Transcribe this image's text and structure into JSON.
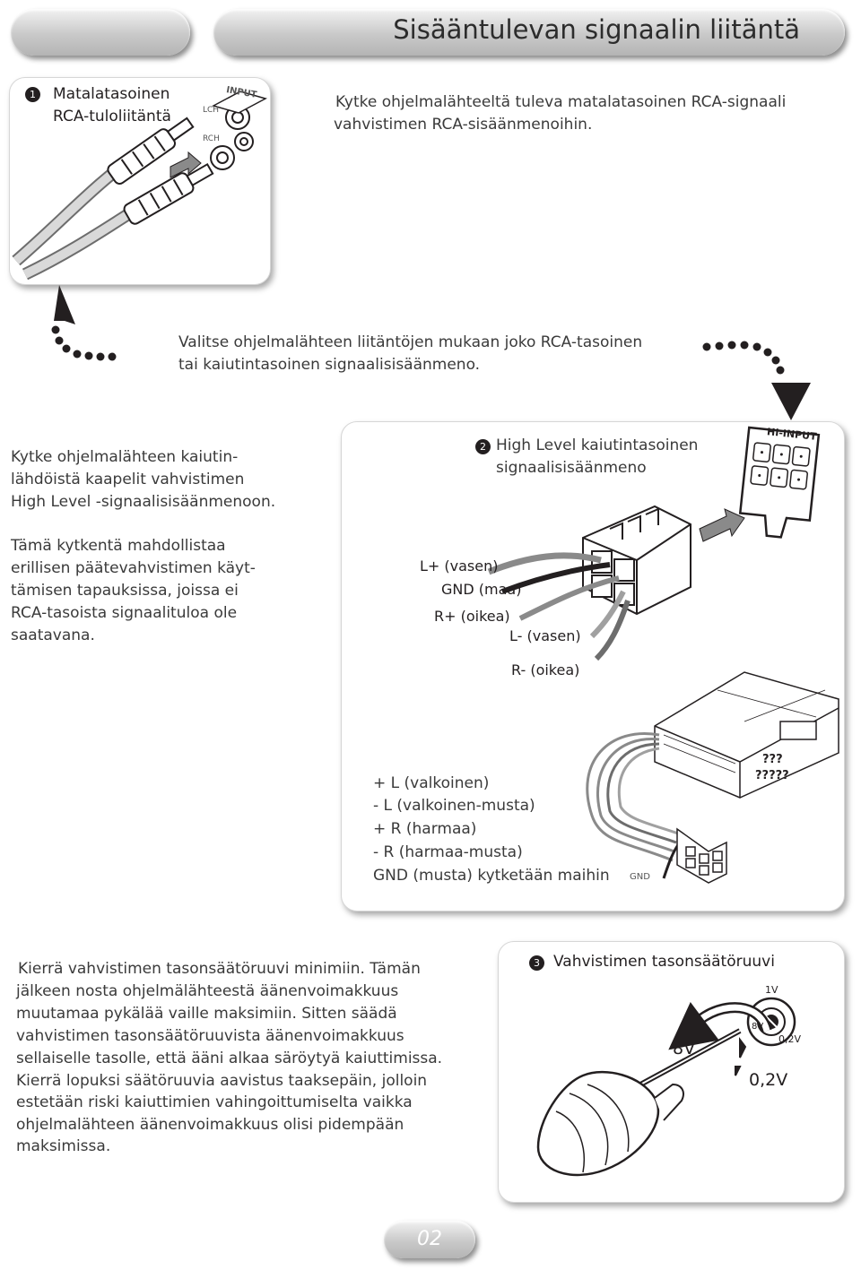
{
  "header": {
    "title": "Sisääntulevan signaalin liitäntä"
  },
  "section1": {
    "badge": "1",
    "title_lines": [
      "Matalatasoinen",
      "RCA-tuloliitäntä"
    ],
    "description_lines": [
      "Kytke ohjelmalähteeltä tuleva matalatasoinen RCA-signaali",
      "vahvistimen RCA-sisäänmenoihin."
    ],
    "input_logo": "INPUT",
    "lch_label": "LCH",
    "rch_label": "RCH"
  },
  "choose": {
    "lines": [
      "Valitse ohjelmalähteen liitäntöjen mukaan joko RCA-tasoinen",
      "tai kaiutintasoinen signaalisisäänmeno."
    ]
  },
  "left_text": {
    "para1": [
      "Kytke ohjelmalähteen kaiutin-",
      "lähdöistä kaapelit vahvistimen",
      "High Level -signaalisisäänmenoon."
    ],
    "para2": [
      "Tämä kytkentä mahdollistaa",
      "erillisen päätevahvistimen käyt-",
      "tämisen tapauksissa, joissa ei",
      "RCA-tasoista signaalituloa ole",
      "saatavana."
    ]
  },
  "section2": {
    "badge": "2",
    "title_lines": [
      "High Level kaiutintasoinen",
      "signaalisisäänmeno"
    ],
    "hi_input_label": "HI-INPUT",
    "wires": {
      "l_plus": "L+ (vasen)",
      "gnd": "GND (maa)",
      "r_plus": "R+ (oikea)",
      "l_minus": "L- (vasen)",
      "r_minus": "R- (oikea)"
    },
    "colors": [
      "+ L (valkoinen)",
      "-  L (valkoinen-musta)",
      "+ R (harmaa)",
      "-  R (harmaa-musta)",
      "GND (musta) kytketään maihin"
    ],
    "gnd_small": "GND",
    "amp_marks": [
      "???",
      "?????"
    ]
  },
  "section3": {
    "badge": "3",
    "title": "Vahvistimen tasonsäätöruuvi",
    "body_lines": [
      "Kierrä vahvistimen tasonsäätöruuvi minimiin. Tämän",
      "jälkeen nosta ohjelmälähteestä äänenvoimakkuus",
      "muutamaa pykälää vaille maksimiin. Sitten säädä",
      "vahvistimen tasonsäätöruuvista äänenvoimakkuus",
      "sellaiselle tasolle, että ääni alkaa säröytyä kaiuttimissa.",
      "Kierrä lopuksi säätöruuvia aavistus taaksepäin, jolloin",
      "estetään riski kaiuttimien vahingoittumiselta vaikka",
      "ohjelmalähteen äänenvoimakkuus olisi pidempään",
      "maksimissa."
    ],
    "knob_top": "1V",
    "knob_8v_small": "8V",
    "knob_02_small": "0,2V",
    "big_8v": "8V",
    "big_02v": "0,2V"
  },
  "footer": {
    "page_number": "02"
  }
}
